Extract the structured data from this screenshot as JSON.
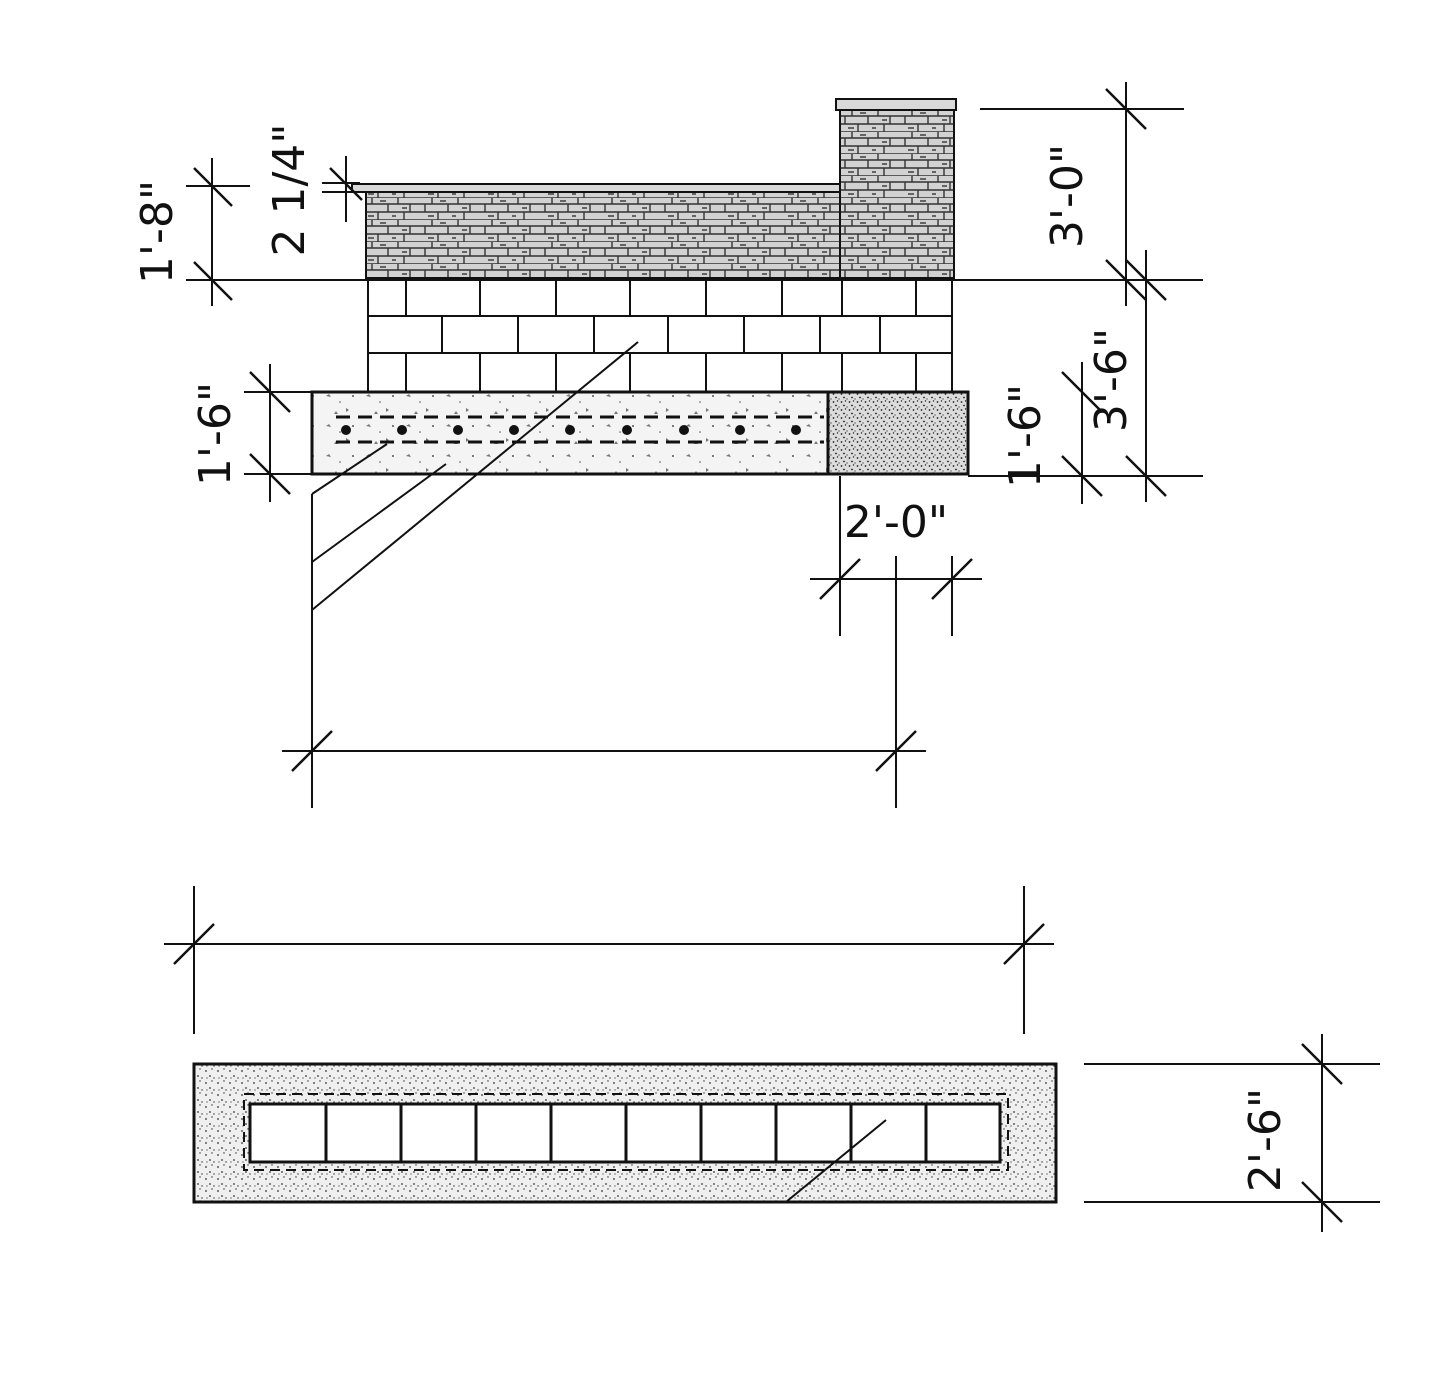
{
  "elevation": {
    "dimensions": {
      "cap_height": "1'-8\"",
      "cap_thickness": "2 1/4\"",
      "pier_height_above": "3'-0\"",
      "wall_height": "3'-6\"",
      "footing_height_left": "1'-6\"",
      "footing_height_right": "1'-6\"",
      "pier_width": "2'-0\""
    }
  },
  "plan": {
    "dimensions": {
      "plan_depth": "2'-6\""
    }
  },
  "colors": {
    "line": "#111111",
    "stone_fill": "#c8c8c8",
    "concrete_fill": "#efefef",
    "cap_fill": "#d9d9d9",
    "background": "#ffffff"
  }
}
